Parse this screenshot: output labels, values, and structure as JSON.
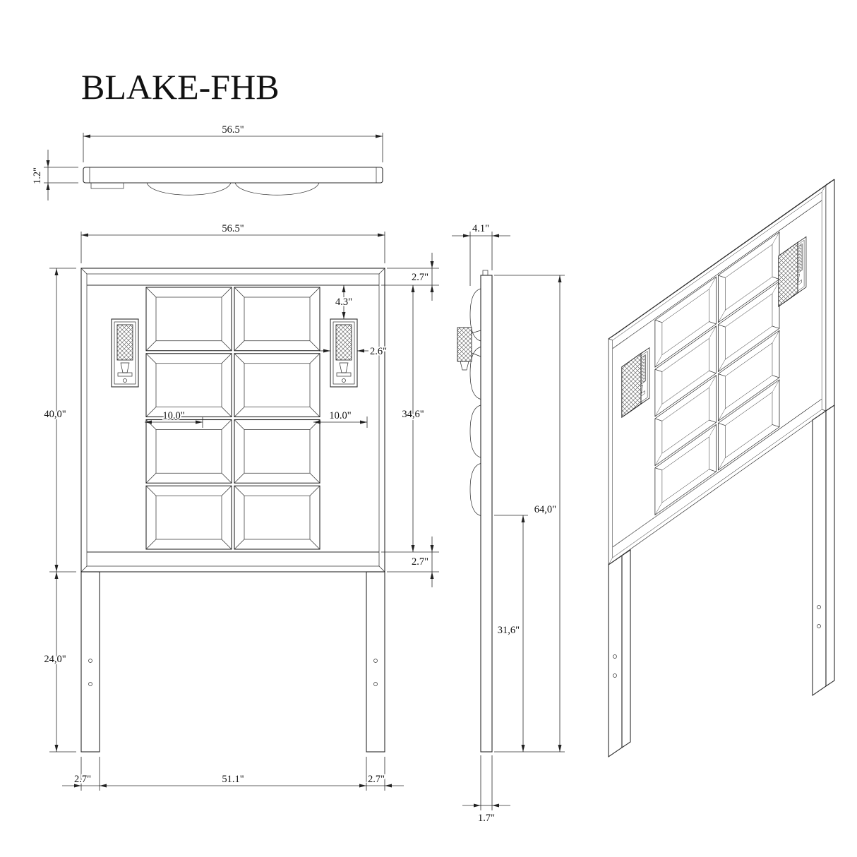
{
  "title": "BLAKE-FHB",
  "colors": {
    "line": "#2b2b2b",
    "background": "#ffffff"
  },
  "views": {
    "top": {
      "dims": {
        "width": "56.5\"",
        "thickness": "1.2\""
      }
    },
    "front": {
      "dims": {
        "width": "56.5\"",
        "top_rail": "2.7\"",
        "lamp_offset_top": "4.3\"",
        "lamp_width": "2.6\"",
        "lamp_inset_left": "10.0\"",
        "lamp_inset_right": "10.0\"",
        "board_height": "40,0\"",
        "panel_height": "34,6\"",
        "bottom_rail": "2.7\"",
        "leg_height": "24,0\"",
        "inner_width": "51.1\"",
        "leg_width_left": "2.7\"",
        "leg_width_right": "2.7\""
      }
    },
    "side": {
      "dims": {
        "depth": "4.1\"",
        "total_height": "64,0\"",
        "leg_height": "31,6\"",
        "thickness": "1.7\""
      }
    }
  }
}
